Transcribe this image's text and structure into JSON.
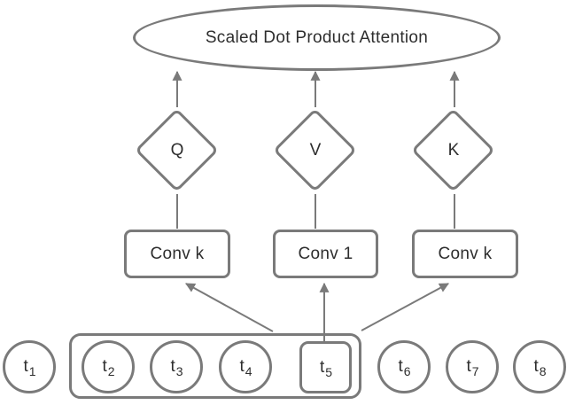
{
  "diagram": {
    "attention_label": "Scaled Dot Product Attention",
    "projections": [
      {
        "label": "Q"
      },
      {
        "label": "V"
      },
      {
        "label": "K"
      }
    ],
    "convs": [
      {
        "label": "Conv k"
      },
      {
        "label": "Conv 1"
      },
      {
        "label": "Conv k"
      }
    ],
    "tokens": [
      {
        "base": "t",
        "sub": "1"
      },
      {
        "base": "t",
        "sub": "2"
      },
      {
        "base": "t",
        "sub": "3"
      },
      {
        "base": "t",
        "sub": "4"
      },
      {
        "base": "t",
        "sub": "5"
      },
      {
        "base": "t",
        "sub": "6"
      },
      {
        "base": "t",
        "sub": "7"
      },
      {
        "base": "t",
        "sub": "8"
      }
    ],
    "colors": {
      "stroke": "#7a7a7a",
      "text": "#2d2d2d",
      "background": "#ffffff"
    }
  }
}
